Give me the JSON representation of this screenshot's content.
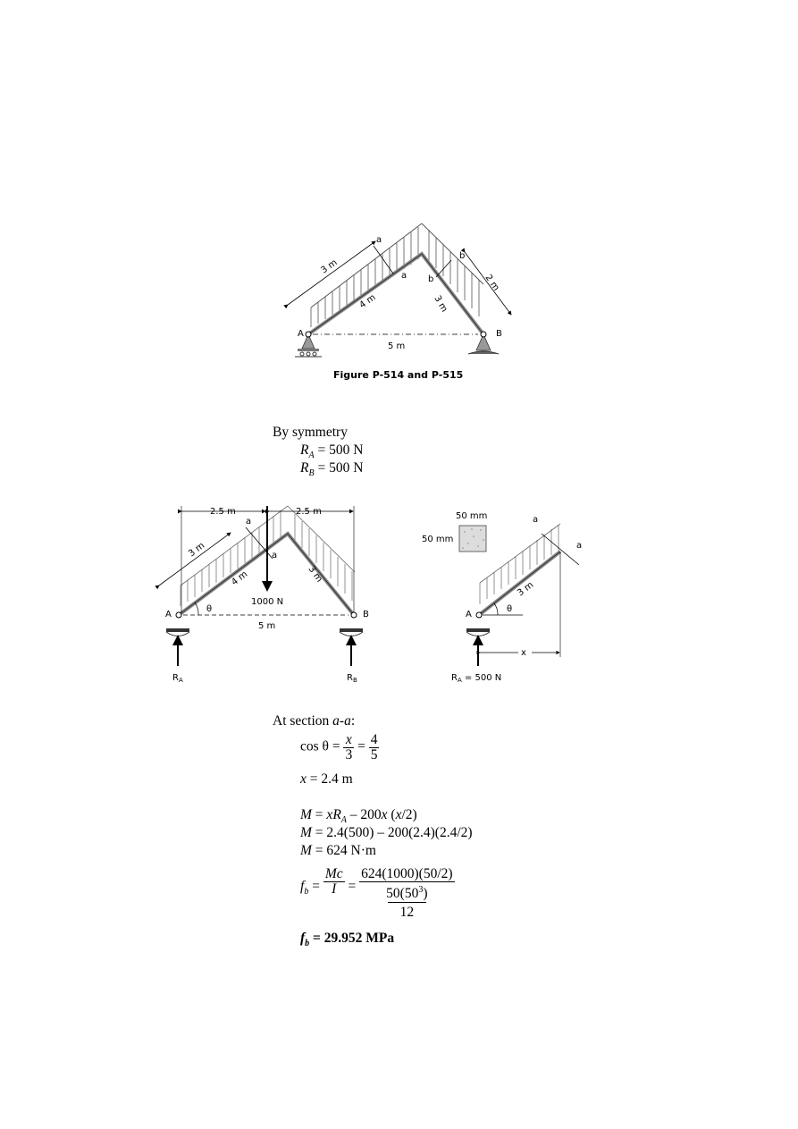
{
  "figure1": {
    "caption": "Figure P-514 and P-515",
    "len_3m": "3 m",
    "len_4m": "4 m",
    "len_5m": "5 m",
    "len_2m": "2 m",
    "len_3m_right": "3 m",
    "label_A": "A",
    "label_B": "B",
    "label_a": "a",
    "label_b": "b"
  },
  "reactions": {
    "heading": "By symmetry",
    "ra_sym": "R",
    "ra_sub": "A",
    "ra_val": " = 500 N",
    "rb_sym": "R",
    "rb_sub": "B",
    "rb_val": " = 500 N"
  },
  "figure2": {
    "dim_left": "2.5 m",
    "dim_right": "2.5 m",
    "len_3m": "3 m",
    "len_4m": "4 m",
    "len_3m_right": "3 m",
    "load": "1000 N",
    "span": "5 m",
    "theta": "θ",
    "label_A": "A",
    "label_B": "B",
    "label_a": "a",
    "ra": "R",
    "ra_sub": "A",
    "rb": "R",
    "rb_sub": "B"
  },
  "figure3": {
    "width_label": "50 mm",
    "height_label": "50 mm",
    "label_a": "a",
    "len_3m": "3 m",
    "theta": "θ",
    "label_A": "A",
    "x_label": "x",
    "ra_label": "R",
    "ra_sub": "A",
    "ra_val": " = 500 N"
  },
  "solution": {
    "section_prefix": "At section ",
    "section_name": "a-a",
    "section_suffix": ":",
    "cos_lhs": "cos θ = ",
    "cos_num1": "x",
    "cos_den1": "3",
    "eq": " = ",
    "cos_num2": "4",
    "cos_den2": "5",
    "x_var": "x",
    "x_val": " = 2.4 m",
    "m1_lhs": "M",
    "m1_a": " = ",
    "m1_b": "x",
    "m1_c": "R",
    "m1_d": "A",
    "m1_e": " – 200",
    "m1_f": "x",
    "m1_g": " (",
    "m1_h": "x",
    "m1_i": "/2)",
    "m2_lhs": "M",
    "m2_rhs": " = 2.4(500) – 200(2.4)(2.4/2)",
    "m3_lhs": "M",
    "m3_rhs": " = 624 N·m",
    "fb_sym": "f",
    "fb_sub": "b",
    "fb_eq": " = ",
    "fb_num": "Mc",
    "fb_den": "I",
    "fb_num2": "624(1000)(50/2)",
    "fb_den2a": "50(50",
    "fb_den2_sup": "3",
    "fb_den2b": ")",
    "fb_den2c": "12",
    "result_sym": "f",
    "result_sub": "b",
    "result_val": " = 29.952 MPa"
  }
}
